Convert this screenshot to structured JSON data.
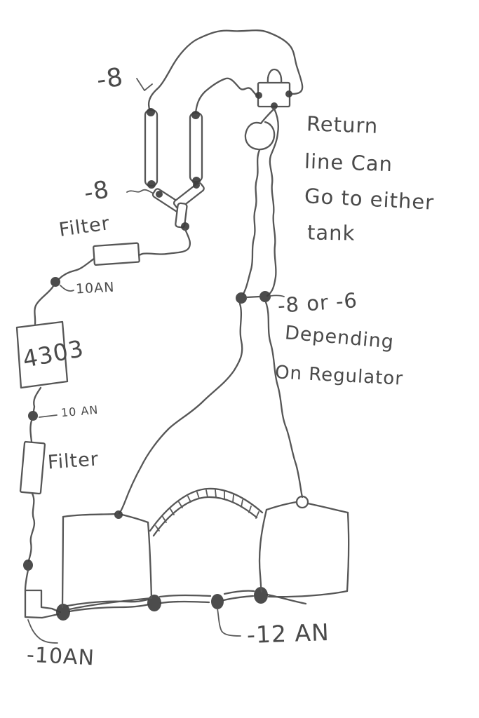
{
  "colors": {
    "ink": "#565656",
    "paper": "#ffffff",
    "fitting": "#3d3d3d"
  },
  "labels": {
    "hose_size_top": "-8",
    "hose_size_mid": "-8",
    "filter_upper": "Filter",
    "fitting_upper": "10AN",
    "pump_model": "4303",
    "fitting_mid": "10 AN",
    "filter_lower": "Filter",
    "crossover_size": "-12 AN",
    "pickup_size": "-10AN"
  },
  "notes": {
    "return": [
      "Return",
      "line Can",
      "Go to either",
      "tank"
    ],
    "size": [
      "-8 or -6",
      "Depending",
      "On Regulator"
    ]
  }
}
